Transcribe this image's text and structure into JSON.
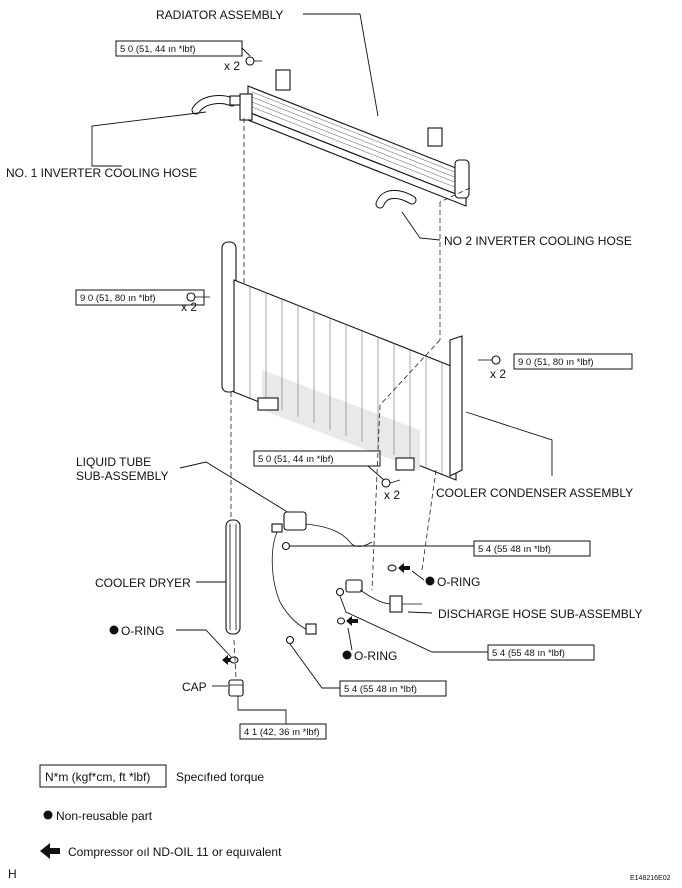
{
  "labels": {
    "radiator_assembly": "RADIATOR ASSEMBLY",
    "inverter_hose_1": "NO. 1 INVERTER COOLING HOSE",
    "inverter_hose_2": "NO 2 INVERTER COOLING HOSE",
    "liquid_tube_line1": "LIQUID TUBE",
    "liquid_tube_line2": "SUB-ASSEMBLY",
    "cooler_condenser": "COOLER CONDENSER ASSEMBLY",
    "cooler_dryer": "COOLER DRYER",
    "discharge_hose": "DISCHARGE HOSE SUB-ASSEMBLY",
    "oring_left": "O-RING",
    "oring_right_upper": "O-RING",
    "oring_right_lower": "O-RING",
    "cap": "CAP"
  },
  "quantities": {
    "q1": "x 2",
    "q2": "x 2",
    "q3": "x 2",
    "q4": "x 2"
  },
  "torques": {
    "t_top": "5 0 (51, 44 ın *lbf)",
    "t_left_mid": "9 0 (51, 80 ın *lbf)",
    "t_right_mid": "9 0 (51, 80 ın *lbf)",
    "t_center": "5 0 (51, 44 ın *lbf)",
    "t_liquid": "5 4 (55 48 ın *lbf)",
    "t_discharge": "5 4 (55 48 ın *lbf)",
    "t_lower": "5 4 (55 48 ın *lbf)",
    "t_cap": "4 1 (42, 36 ın *lbf)"
  },
  "legend": {
    "torque_box": "N*m (kgf*cm, ft *lbf)",
    "torque_desc": "Specıfıed torque",
    "nonreusable": "Non-reusable part",
    "compressor_oil": "Compressor oıl ND-OIL 11 or equıvalent"
  },
  "corner": {
    "left": "H",
    "right": "E148216E02"
  }
}
